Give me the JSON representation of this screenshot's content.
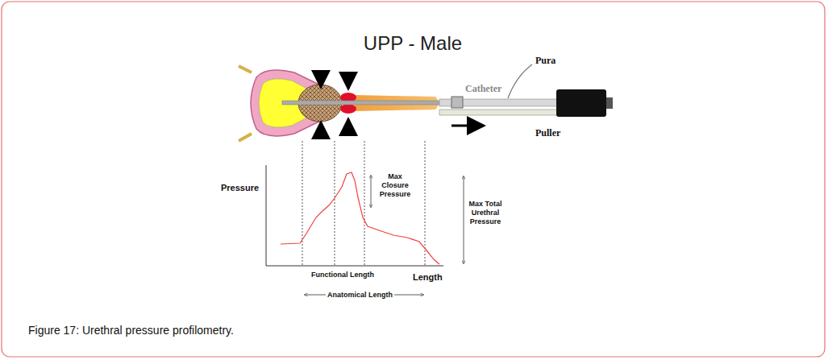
{
  "diagram": {
    "title": "UPP - Male",
    "caption": "Figure 17: Urethral pressure profilometry.",
    "labels": [
      "Pura",
      "Catheter",
      "Puller",
      "Pressure",
      "Max Closure Pressure",
      "Max Total Urethral Pressure",
      "Functional Length",
      "Length",
      "Anatomical Length"
    ]
  }
}
